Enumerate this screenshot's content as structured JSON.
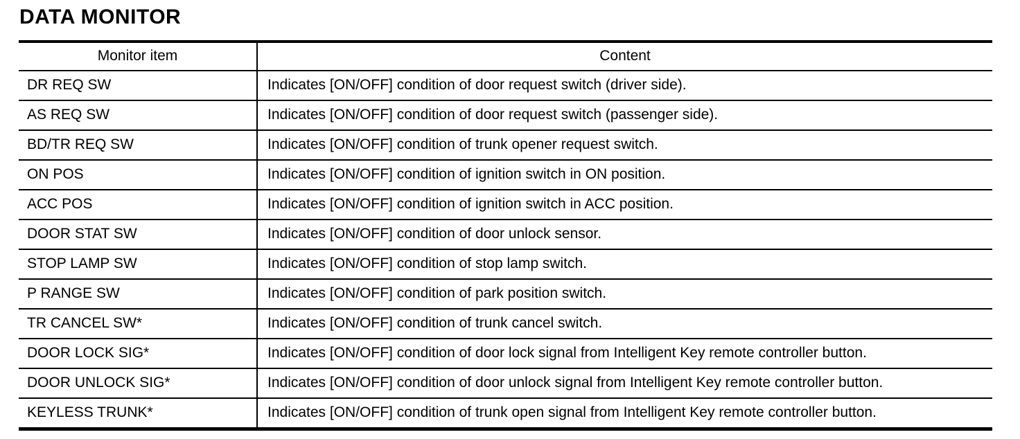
{
  "page": {
    "title": "DATA MONITOR"
  },
  "table": {
    "columns": [
      "Monitor item",
      "Content"
    ],
    "rows": [
      {
        "item": "DR REQ SW",
        "content": "Indicates [ON/OFF] condition of door request switch (driver side)."
      },
      {
        "item": "AS REQ SW",
        "content": "Indicates [ON/OFF] condition of door request switch (passenger side)."
      },
      {
        "item": "BD/TR REQ SW",
        "content": "Indicates [ON/OFF] condition of trunk opener request switch."
      },
      {
        "item": "ON POS",
        "content": "Indicates [ON/OFF] condition of ignition switch in ON position."
      },
      {
        "item": "ACC POS",
        "content": "Indicates [ON/OFF] condition of ignition switch in ACC position."
      },
      {
        "item": "DOOR STAT SW",
        "content": "Indicates [ON/OFF] condition of door unlock sensor."
      },
      {
        "item": "STOP LAMP SW",
        "content": "Indicates [ON/OFF] condition of stop lamp switch."
      },
      {
        "item": "P RANGE SW",
        "content": "Indicates [ON/OFF] condition of park position switch."
      },
      {
        "item": "TR CANCEL SW*",
        "content": "Indicates [ON/OFF] condition of trunk cancel switch."
      },
      {
        "item": "DOOR LOCK SIG*",
        "content": "Indicates [ON/OFF] condition of door lock signal from Intelligent Key remote controller button."
      },
      {
        "item": "DOOR UNLOCK SIG*",
        "content": "Indicates [ON/OFF] condition of door unlock signal from Intelligent Key remote controller button."
      },
      {
        "item": "KEYLESS TRUNK*",
        "content": "Indicates [ON/OFF] condition of trunk open signal from Intelligent Key remote controller button."
      }
    ]
  }
}
